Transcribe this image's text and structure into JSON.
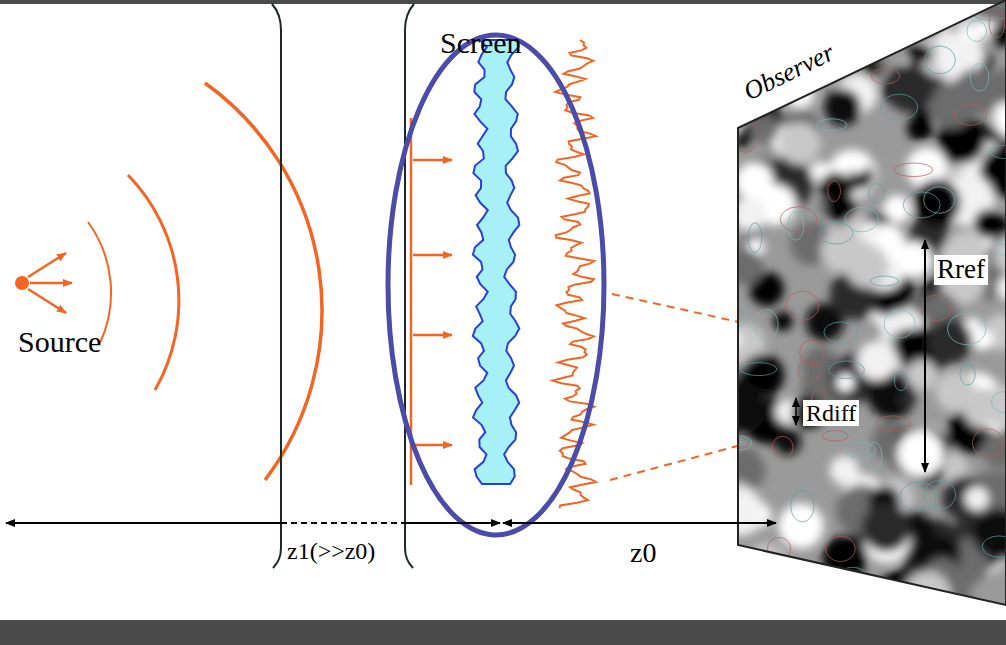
{
  "diagram": {
    "labels": [
      "Source",
      "Screen",
      "Observer",
      "Rref",
      "Rdiff",
      "z1(>>z0)",
      "z0"
    ]
  }
}
